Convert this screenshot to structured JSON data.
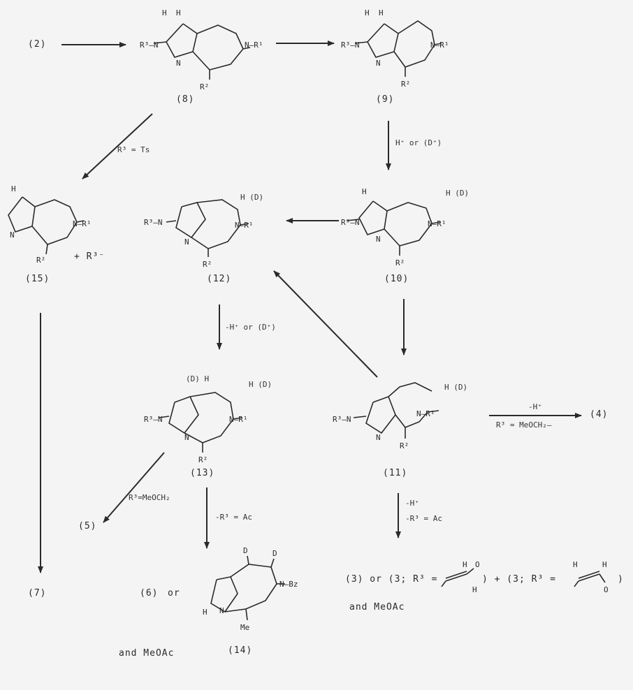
{
  "compounds": {
    "c2": "(2)",
    "c8": "(8)",
    "c9": "(9)",
    "c10": "(10)",
    "c11": "(11)",
    "c12": "(12)",
    "c13": "(13)",
    "c14": "(14)",
    "c15": "(15)",
    "c4": "(4)",
    "c5": "(5)",
    "c6": "(6)",
    "c7": "(7)",
    "c3": "(3)"
  },
  "conditions": {
    "r3_ts": "R³ = Ts",
    "h_or_d_1": "H⁺ or (D⁺)",
    "h_or_d_2": "-H⁺ or (D⁺)",
    "r3_meoch2_a": "R³=MeOCH₂",
    "r3_ac_a": "-R³ = Ac",
    "h_plus": "-H⁺",
    "r3_meoch2_b": "R³ = MeOCH₂—",
    "h_plus_2": "-H⁺",
    "r3_ac_b": "-R³ = Ac"
  },
  "text": {
    "plus_r3": "+ R³⁻",
    "or_word": "or",
    "product_3_line": "(3) or (3; R³ =",
    "plus_3": ") + (3; R³ =",
    "close_paren": ")",
    "and_meoac_1": "and MeOAc",
    "and_meoac_2": "and MeOAc",
    "hd_10": "H (D)",
    "hd_12": "H (D)",
    "dh_13": "(D) H",
    "hd_13": "H (D)",
    "hd_11": "H (D)"
  }
}
